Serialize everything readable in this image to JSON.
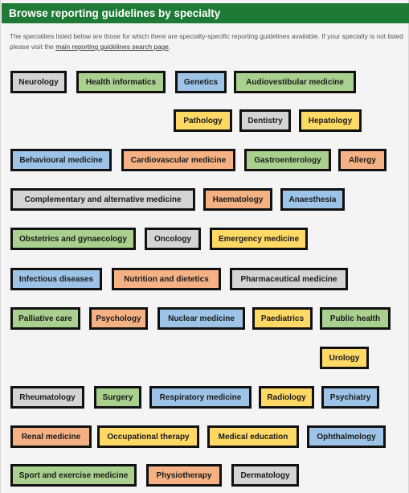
{
  "header": {
    "title": "Browse reporting guidelines by specialty"
  },
  "intro": {
    "text": "The specialties listed below are those for which there are specialty-specific reporting guidelines available. If your specialty is not listed please visit the ",
    "link": "main reporting guidelines search page",
    "suffix": "."
  },
  "colors": {
    "gray": "#d4d4d4",
    "green": "#a9d08e",
    "blue": "#9dc3e6",
    "yellow": "#ffd966",
    "orange": "#f4b183",
    "header_green": "#1e7b36"
  },
  "specialties": [
    {
      "label": "Neurology",
      "color": "gray"
    },
    {
      "label": "Health informatics",
      "color": "green"
    },
    {
      "label": "Genetics",
      "color": "blue"
    },
    {
      "label": "Audiovestibular medicine",
      "color": "green"
    },
    {
      "label": "Pathology",
      "color": "yellow"
    },
    {
      "label": "Dentistry",
      "color": "gray"
    },
    {
      "label": "Hepatology",
      "color": "yellow"
    },
    {
      "label": "Behavioural medicine",
      "color": "blue"
    },
    {
      "label": "Cardiovascular medicine",
      "color": "orange"
    },
    {
      "label": "Gastroenterology",
      "color": "green"
    },
    {
      "label": "Allergy",
      "color": "orange"
    },
    {
      "label": "Complementary and alternative medicine",
      "color": "gray"
    },
    {
      "label": "Haematology",
      "color": "orange"
    },
    {
      "label": "Anaesthesia",
      "color": "blue"
    },
    {
      "label": "Obstetrics and gynaecology",
      "color": "green"
    },
    {
      "label": "Oncology",
      "color": "gray"
    },
    {
      "label": "Emergency medicine",
      "color": "yellow"
    },
    {
      "label": "Infectious diseases",
      "color": "blue"
    },
    {
      "label": "Nutrition and dietetics",
      "color": "orange"
    },
    {
      "label": "Pharmaceutical medicine",
      "color": "gray"
    },
    {
      "label": "Palliative care",
      "color": "green"
    },
    {
      "label": "Psychology",
      "color": "orange"
    },
    {
      "label": "Nuclear medicine",
      "color": "blue"
    },
    {
      "label": "Paediatrics",
      "color": "yellow"
    },
    {
      "label": "Public health",
      "color": "green"
    },
    {
      "label": "Urology",
      "color": "yellow"
    },
    {
      "label": "Rheumatology",
      "color": "gray"
    },
    {
      "label": "Surgery",
      "color": "green"
    },
    {
      "label": "Respiratory medicine",
      "color": "blue"
    },
    {
      "label": "Radiology",
      "color": "yellow"
    },
    {
      "label": "Psychiatry",
      "color": "blue"
    },
    {
      "label": "Renal medicine",
      "color": "orange"
    },
    {
      "label": "Occupational therapy",
      "color": "yellow"
    },
    {
      "label": "Medical education",
      "color": "yellow"
    },
    {
      "label": "Ophthalmology",
      "color": "blue"
    },
    {
      "label": "Sport and exercise medicine",
      "color": "green"
    },
    {
      "label": "Physiotherapy",
      "color": "orange"
    },
    {
      "label": "Dermatology",
      "color": "gray"
    }
  ]
}
